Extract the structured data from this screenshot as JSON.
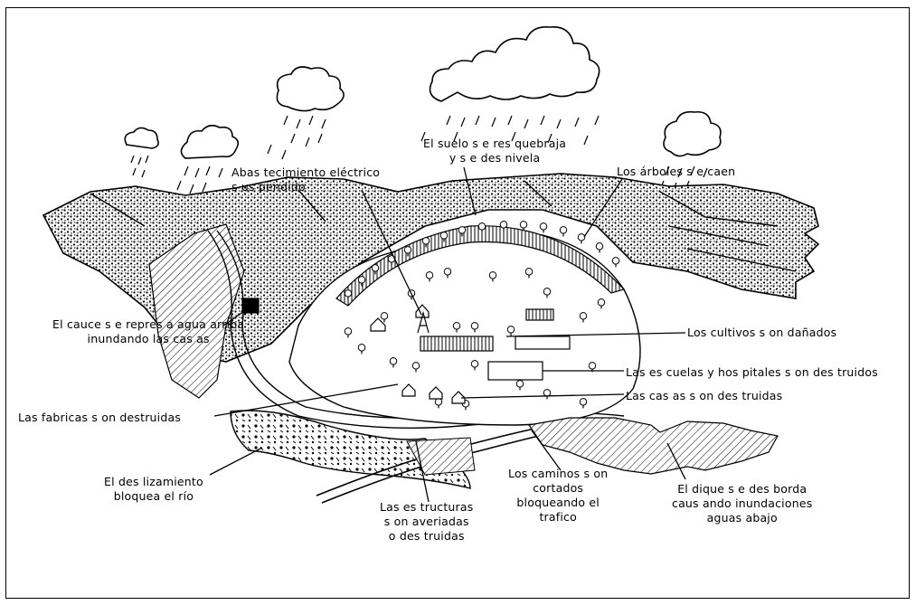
{
  "labels": {
    "suelo": "El suelo s e res quebraja\ny s e des nivela",
    "abastecimiento": "Abas tecimiento  eléctrico\ns us pendido",
    "arboles": "Los  árboles  s e caen",
    "cauce": "El cauce s e repres a agua arriba\ninundando las  cas as",
    "cultivos": "Los  cultivos  s on dañados",
    "escuelas": "Las  es cuelas  y hos pitales  s on des truidos",
    "casas": "Las  cas as  s on des truidas",
    "fabricas": "Las fabricas s on destruidas",
    "deslizamiento": "El des lizamiento\nbloquea el río",
    "estructuras": "Las  es tructuras\ns on averiadas\no des truidas",
    "caminos": "Los  caminos  s on\ncortados\nbloqueando el\ntrafico",
    "dique": "El dique s e des borda\ncaus ando inundaciones\naguas  abajo"
  },
  "colors": {
    "ink": "#000000",
    "background": "#ffffff"
  }
}
